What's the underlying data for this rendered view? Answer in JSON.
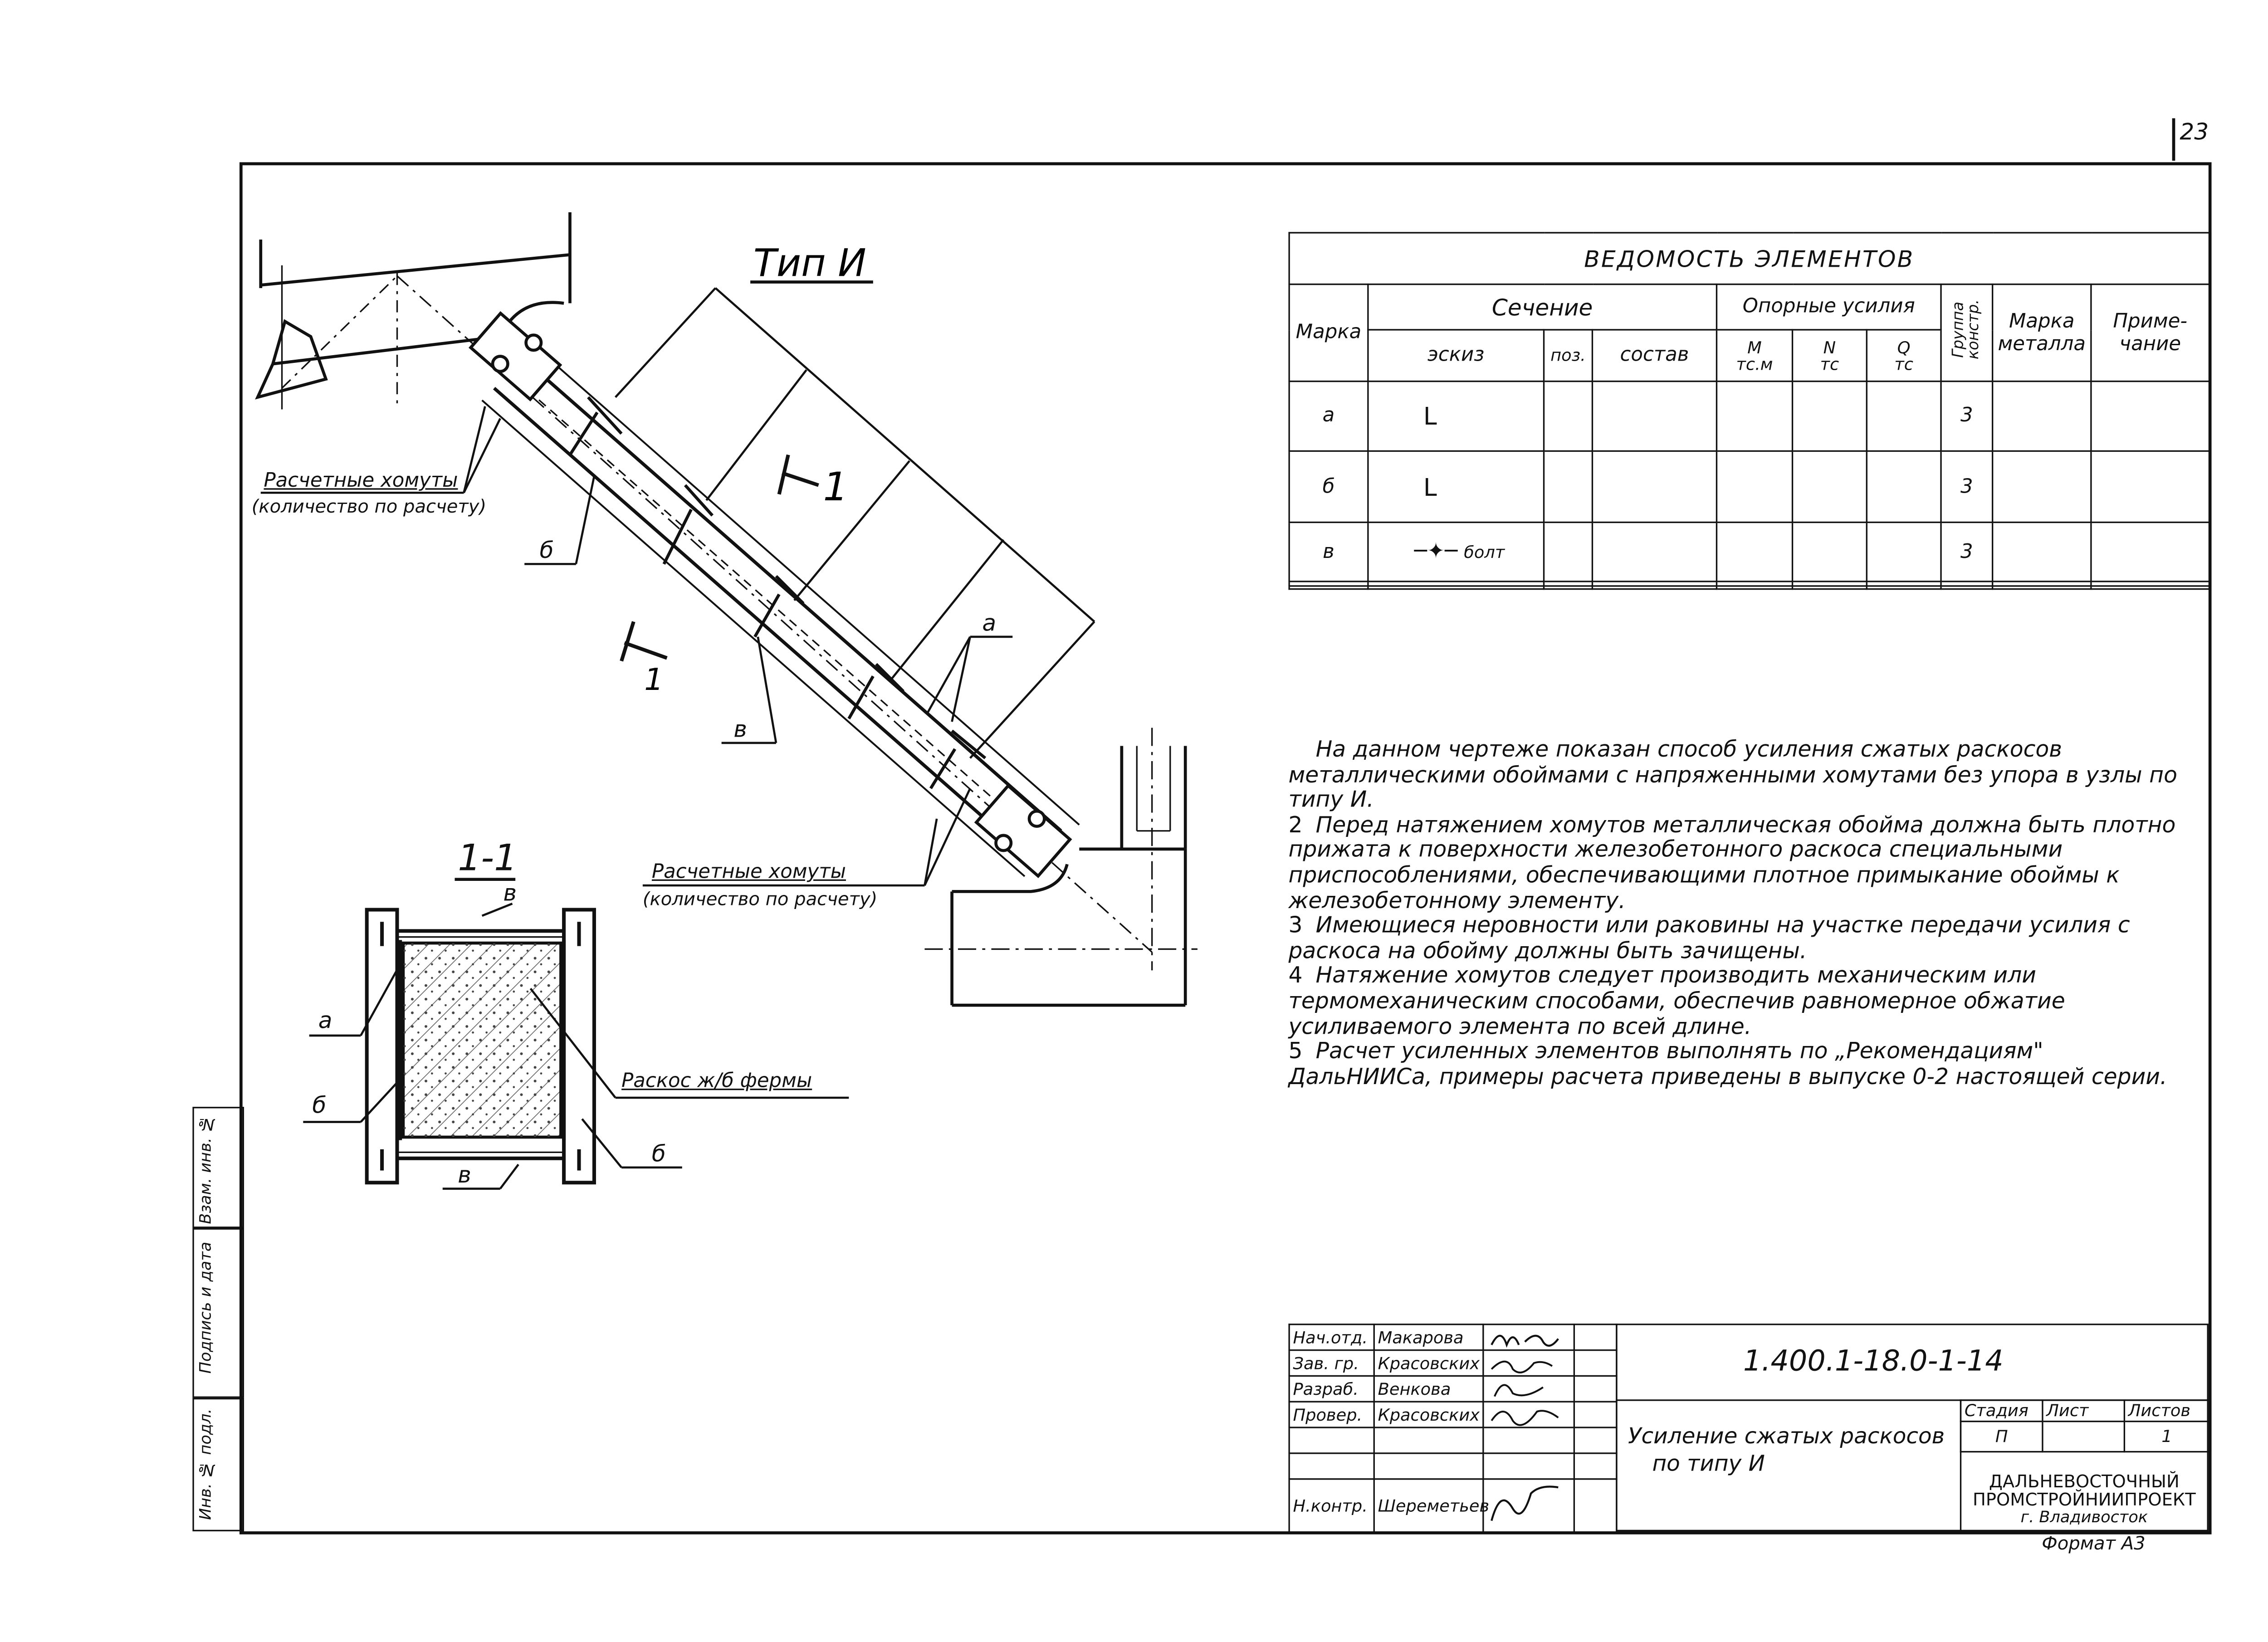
{
  "page_number": "23",
  "drawing": {
    "title": "Тип И",
    "section_label": "1-1",
    "cut_mark": "1",
    "labels": {
      "clamps_top": "Расчетные хомуты",
      "clamps_top_note": "(количество по расчету)",
      "clamps_bottom": "Расчетные хомуты",
      "clamps_bottom_note": "(количество по расчету)",
      "mark_a": "а",
      "mark_b": "б",
      "mark_v": "в",
      "brace": "Раскос ж/б фермы"
    }
  },
  "elements_table": {
    "title": "ВЕДОМОСТЬ ЭЛЕМЕНТОВ",
    "headers": {
      "mark": "Марка",
      "section": "Сечение",
      "sketch": "эскиз",
      "pos": "поз.",
      "composition": "состав",
      "forces": "Опорные усилия",
      "m": "М",
      "m_unit": "тс.м",
      "n": "N",
      "n_unit": "тс",
      "q": "Q",
      "q_unit": "тс",
      "group": "Группа констр.",
      "steel": "Марка металла",
      "note": "Приме-чание"
    },
    "rows": [
      {
        "mark": "а",
        "sketch": "L",
        "group": "3"
      },
      {
        "mark": "б",
        "sketch": "L",
        "group": "3"
      },
      {
        "mark": "в",
        "sketch": "болт",
        "group": "3"
      },
      {
        "mark": "",
        "sketch": "",
        "group": ""
      },
      {
        "mark": "",
        "sketch": "",
        "group": ""
      }
    ]
  },
  "notes": [
    {
      "num": "",
      "text": "На данном чертеже показан способ усиления сжатых раскосов металлическими обоймами с напряженными хомутами без упора в узлы по типу И."
    },
    {
      "num": "2",
      "text": "Перед натяжением хомутов металлическая обойма должна быть плотно прижата к поверхности железобетонного раскоса специальными приспособлениями, обеспечивающими плотное примыкание обоймы к железобетонному элементу."
    },
    {
      "num": "3",
      "text": "Имеющиеся неровности или раковины на участке передачи усилия с раскоса на обойму должны быть зачищены."
    },
    {
      "num": "4",
      "text": "Натяжение хомутов следует производить механическим или термомеханическим способами, обеспечив равномерное обжатие усиливаемого элемента по всей длине."
    },
    {
      "num": "5",
      "text": "Расчет усиленных элементов выполнять по „Рекомендациям\" ДальНИИСа, примеры расчета приведены в выпуске 0-2 настоящей серии."
    }
  ],
  "title_block": {
    "signatures": [
      {
        "role": "Нач.отд.",
        "name": "Макарова"
      },
      {
        "role": "Зав. гр.",
        "name": "Красовских"
      },
      {
        "role": "Разраб.",
        "name": "Венкова"
      },
      {
        "role": "Провер.",
        "name": "Красовских"
      },
      {
        "role": "",
        "name": ""
      },
      {
        "role": "",
        "name": ""
      },
      {
        "role": "Н.контр.",
        "name": "Шереметьев"
      }
    ],
    "code": "1.400.1-18.0-1-14",
    "sheet_title_line1": "Усиление сжатых раскосов",
    "sheet_title_line2": "по типу И",
    "stage_label": "Стадия",
    "sheet_label": "Лист",
    "sheets_label": "Листов",
    "stage": "П",
    "sheets": "1",
    "org_line1": "ДАЛЬНЕВОСТОЧНЫЙ",
    "org_line2": "ПРОМСТРОЙНИИПРОЕКТ",
    "org_city": "г. Владивосток",
    "format": "Формат А3"
  },
  "side_strip": {
    "inv_no": "Инв. № подл.",
    "sign_date": "Подпись и дата",
    "replace_inv": "Взам. инв. №"
  }
}
